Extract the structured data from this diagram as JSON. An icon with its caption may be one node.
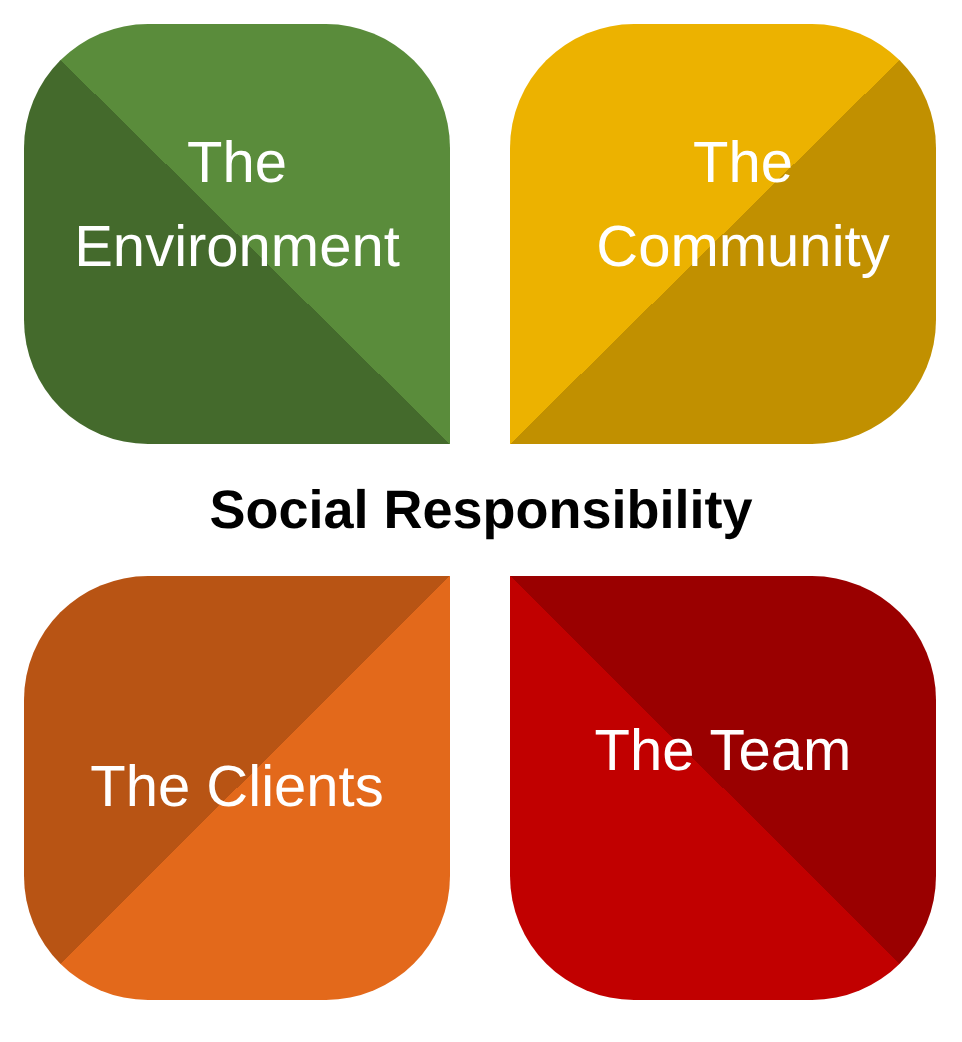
{
  "diagram": {
    "nodes": [
      {
        "text": [
          "The Environment"
        ]
      },
      {
        "text": [
          "The Community"
        ]
      },
      {
        "text": [
          "The Clients"
        ]
      },
      {
        "text": [
          "The Team"
        ]
      }
    ],
    "labels": [
      "Social Responsibility"
    ]
  }
}
